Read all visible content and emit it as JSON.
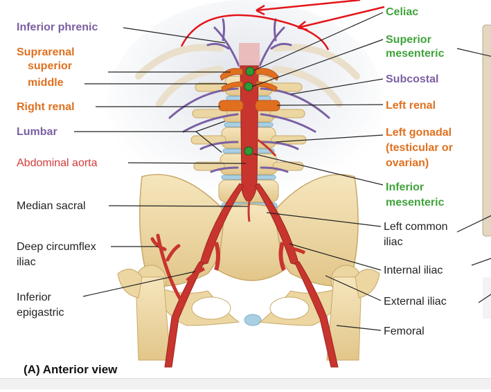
{
  "caption": "(A) Anterior view",
  "colors": {
    "purple": "#7a5fa3",
    "orange": "#e0701f",
    "green": "#3fa33a",
    "red": "#d33a3a",
    "black": "#222222",
    "artery": "#c8352e",
    "bone": "#ecd6a2",
    "disc": "#a9cfe3",
    "annotation": "#e3141a"
  },
  "labels_left": [
    {
      "text": "Inferior phrenic",
      "color": "purple"
    },
    {
      "text": "Suprarenal",
      "color": "orange"
    },
    {
      "text": "superior",
      "color": "orange"
    },
    {
      "text": "middle",
      "color": "orange"
    },
    {
      "text": "Right renal",
      "color": "orange"
    },
    {
      "text": "Lumbar",
      "color": "purple"
    },
    {
      "text": "Abdominal aorta",
      "color": "red"
    },
    {
      "text": "Median sacral",
      "color": "black"
    },
    {
      "text": "Deep circumflex",
      "color": "black"
    },
    {
      "text": "iliac",
      "color": "black"
    },
    {
      "text": "Inferior",
      "color": "black"
    },
    {
      "text": "epigastric",
      "color": "black"
    }
  ],
  "labels_right": [
    {
      "text": "Celiac",
      "color": "green"
    },
    {
      "text": "Superior",
      "color": "green"
    },
    {
      "text": "mesenteric",
      "color": "green"
    },
    {
      "text": "Subcostal",
      "color": "purple"
    },
    {
      "text": "Left renal",
      "color": "orange"
    },
    {
      "text": "Left gonadal",
      "color": "orange"
    },
    {
      "text": "(testicular or",
      "color": "orange"
    },
    {
      "text": "ovarian)",
      "color": "orange"
    },
    {
      "text": "Inferior",
      "color": "green"
    },
    {
      "text": "mesenteric",
      "color": "green"
    },
    {
      "text": "Left common",
      "color": "black"
    },
    {
      "text": "iliac",
      "color": "black"
    },
    {
      "text": "Internal iliac",
      "color": "black"
    },
    {
      "text": "External iliac",
      "color": "black"
    },
    {
      "text": "Femoral",
      "color": "black"
    }
  ]
}
